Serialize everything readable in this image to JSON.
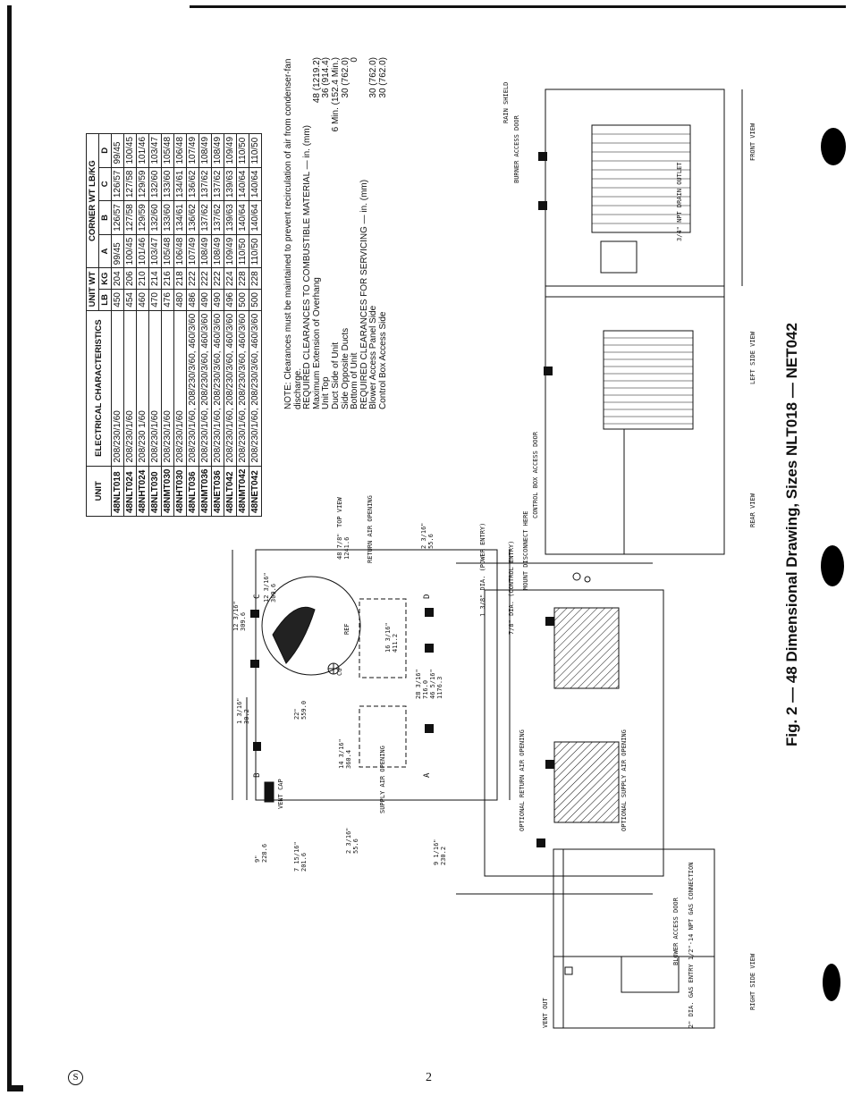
{
  "caption": "Fig. 2 — 48 Dimensional Drawing, Sizes NLT018 — NET042",
  "page_number": "2",
  "logo_text": "S",
  "table": {
    "group_headers": {
      "unit": "UNIT",
      "electrical": "ELECTRICAL CHARACTERISTICS",
      "unit_wt": "UNIT WT",
      "corner_wt": "CORNER WT LB/KG"
    },
    "sub_headers": {
      "lb": "LB",
      "kg": "KG",
      "a": "A",
      "b": "B",
      "c": "C",
      "d": "D"
    },
    "rows": [
      {
        "unit": "48NLT018",
        "elec": "208/230/1/60",
        "lb": "450",
        "kg": "204",
        "a": "99/45",
        "b": "126/57",
        "c": "126/57",
        "d": "99/45"
      },
      {
        "unit": "48NLT024",
        "elec": "208/230/1/60",
        "lb": "454",
        "kg": "206",
        "a": "100/45",
        "b": "127/58",
        "c": "127/58",
        "d": "100/45"
      },
      {
        "unit": "48NHT024",
        "elec": "208/230 1/60",
        "lb": "460",
        "kg": "210",
        "a": "101/46",
        "b": "129/59",
        "c": "129/59",
        "d": "101/46"
      },
      {
        "unit": "48NLT030",
        "elec": "208/230/1/60",
        "lb": "470",
        "kg": "214",
        "a": "103/47",
        "b": "132/60",
        "c": "132/60",
        "d": "103/47"
      },
      {
        "unit": "48NMT030",
        "elec": "208/230/1/60",
        "lb": "476",
        "kg": "216",
        "a": "105/48",
        "b": "133/60",
        "c": "133/60",
        "d": "105/48"
      },
      {
        "unit": "48NHT030",
        "elec": "208/230/1/60",
        "lb": "480",
        "kg": "218",
        "a": "106/48",
        "b": "134/61",
        "c": "134/61",
        "d": "106/48"
      },
      {
        "unit": "48NLT036",
        "elec": "208/230/1/60, 208/230/3/60, 460/3/60",
        "lb": "486",
        "kg": "222",
        "a": "107/49",
        "b": "136/62",
        "c": "136/62",
        "d": "107/49"
      },
      {
        "unit": "48NMT036",
        "elec": "208/230/1/60, 208/230/3/60, 460/3/60",
        "lb": "490",
        "kg": "222",
        "a": "108/49",
        "b": "137/62",
        "c": "137/62",
        "d": "108/49"
      },
      {
        "unit": "48NET036",
        "elec": "208/230/1/60, 208/230/3/60, 460/3/60",
        "lb": "490",
        "kg": "222",
        "a": "108/49",
        "b": "137/62",
        "c": "137/62",
        "d": "108/49"
      },
      {
        "unit": "48NLT042",
        "elec": "208/230/1/60, 208/230/3/60, 460/3/60",
        "lb": "496",
        "kg": "224",
        "a": "109/49",
        "b": "139/63",
        "c": "139/63",
        "d": "109/49"
      },
      {
        "unit": "48NMT042",
        "elec": "208/230/1/60, 208/230/3/60, 460/3/60",
        "lb": "500",
        "kg": "228",
        "a": "110/50",
        "b": "140/64",
        "c": "140/64",
        "d": "110/50"
      },
      {
        "unit": "48NET042",
        "elec": "208/230/1/60, 208/230/3/60, 460/3/60",
        "lb": "500",
        "kg": "228",
        "a": "110/50",
        "b": "140/64",
        "c": "140/64",
        "d": "110/50"
      }
    ]
  },
  "note": {
    "intro": "NOTE: Clearances must be maintained to prevent recirculation of air from condenser-fan discharge.",
    "combustible_heading": "REQUIRED CLEARANCES TO COMBUSTIBLE MATERIAL — in. (mm)",
    "combustible": [
      {
        "label": "Maximum Extension of Overhang",
        "value": "48 (1219.2)"
      },
      {
        "label": "Unit Top",
        "value": "36 (914.4)"
      },
      {
        "label": "Duct Side of Unit",
        "value": "6 Min. (152.4 Min.)"
      },
      {
        "label": "Side Opposite Ducts",
        "value": "30 (762.0)"
      },
      {
        "label": "Bottom of Unit",
        "value": "0"
      }
    ],
    "servicing_heading": "REQUIRED CLEARANCES FOR SERVICING — in. (mm)",
    "servicing": [
      {
        "label": "Blower Access Panel Side",
        "value": "30 (762.0)"
      },
      {
        "label": "Control Box Access Side",
        "value": "30 (762.0)"
      }
    ]
  },
  "views": {
    "top_view": "TOP VIEW",
    "rear_view": "REAR VIEW",
    "left_side_view": "LEFT SIDE VIEW",
    "front_view": "FRONT VIEW",
    "right_side_view": "RIGHT SIDE VIEW"
  },
  "labels": {
    "vent_cap": "VENT CAP",
    "supply_air_opening": "SUPPLY AIR OPENING",
    "return_air_opening": "RETURN AIR OPENING",
    "power_entry": "1 3/8\" DIA. (POWER ENTRY)",
    "control_entry": "7/8\" DIA. (CONTROL ENTRY)",
    "mount_disconnect": "MOUNT DISCONNECT HERE",
    "optional_return": "OPTIONAL RETURN AIR OPENING",
    "optional_supply": "OPTIONAL SUPPLY AIR OPENING",
    "blower_access_door": "BLOWER ACCESS DOOR",
    "gas_connection": "2\" DIA. GAS ENTRY 1/2\"-14 NPT GAS CONNECTION",
    "vent_out": "VENT OUT",
    "control_box_access_door": "CONTROL BOX ACCESS DOOR",
    "burner_access_door": "BURNER ACCESS DOOR",
    "rain_shield": "RAIN SHIELD",
    "drain_outlet": "3/4\" NPT DRAIN OUTLET"
  },
  "dims": {
    "d9": "9\"",
    "d9mm": "228.6",
    "d7": "7 15/16\"",
    "d7mm": "201.6",
    "d2_3_16": "2 3/16\"",
    "d2_3_16mm": "55.6",
    "d9_1_16": "9 1/16\"",
    "d9_1_16mm": "230.2",
    "d22": "22\"",
    "d22mm": "559.0",
    "d1_3_16": "1 3/16\"",
    "d1_3_16mm": "30.2",
    "d12_3_16": "12 3/16\"",
    "d12_3_16mm": "309.6",
    "d12_3_16b": "12 3/16\"",
    "d12_3_16bmm": "309.6",
    "d14_3_16": "14 3/16\"",
    "d14_3_16mm": "360.4",
    "d48": "48 7/8\"",
    "d48mm": "1241.6",
    "d16": "16 3/16\"",
    "d16mm": "411.2",
    "d46": "46 5/16\"",
    "d46mm": "1176.3",
    "d28": "28 3/16\"",
    "d28mm": "716.0",
    "d2_3_16r": "2 3/16\"",
    "d2_3_16rmm": "55.6",
    "cg": "CG",
    "ref": "REF"
  },
  "corner_letters": {
    "a": "A",
    "b": "B",
    "c": "C",
    "d": "D"
  }
}
